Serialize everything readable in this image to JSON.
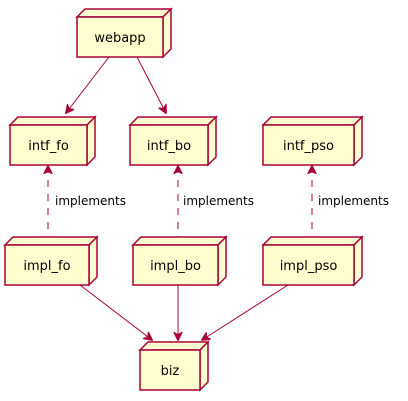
{
  "nodes": {
    "webapp": {
      "label": "webapp"
    },
    "intf_fo": {
      "label": "intf_fo"
    },
    "intf_bo": {
      "label": "intf_bo"
    },
    "intf_pso": {
      "label": "intf_pso"
    },
    "impl_fo": {
      "label": "impl_fo"
    },
    "impl_bo": {
      "label": "impl_bo"
    },
    "impl_pso": {
      "label": "impl_pso"
    },
    "biz": {
      "label": "biz"
    }
  },
  "edges": [
    {
      "from": "webapp",
      "to": "intf_fo",
      "style": "solid",
      "label": ""
    },
    {
      "from": "webapp",
      "to": "intf_bo",
      "style": "solid",
      "label": ""
    },
    {
      "from": "impl_fo",
      "to": "intf_fo",
      "style": "dashed",
      "label": "implements"
    },
    {
      "from": "impl_bo",
      "to": "intf_bo",
      "style": "dashed",
      "label": "implements"
    },
    {
      "from": "impl_pso",
      "to": "intf_pso",
      "style": "dashed",
      "label": "implements"
    },
    {
      "from": "impl_fo",
      "to": "biz",
      "style": "solid",
      "label": ""
    },
    {
      "from": "impl_bo",
      "to": "biz",
      "style": "solid",
      "label": ""
    },
    {
      "from": "impl_pso",
      "to": "biz",
      "style": "solid",
      "label": ""
    }
  ],
  "colors": {
    "node_fill": "#FEFECE",
    "node_border": "#A80036",
    "edge": "#A80036"
  }
}
